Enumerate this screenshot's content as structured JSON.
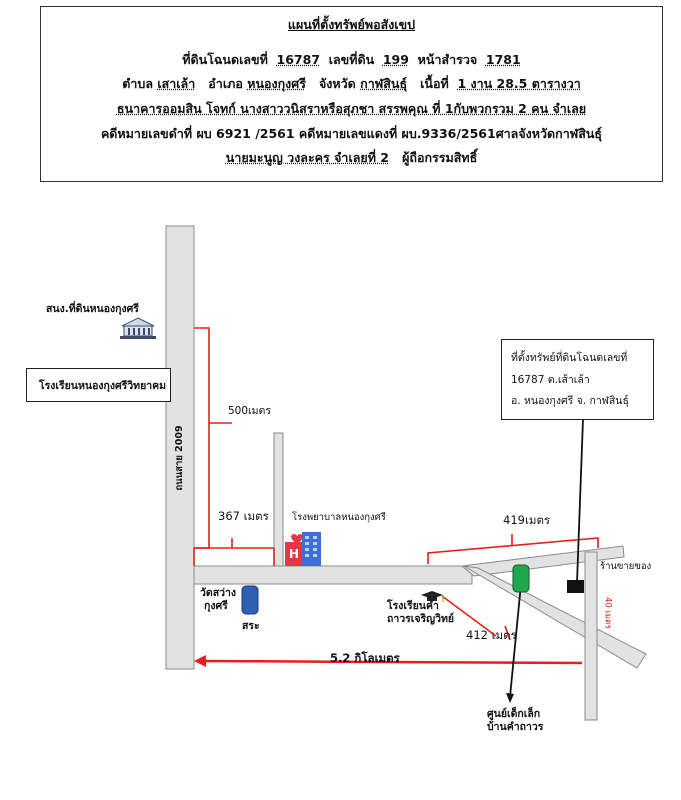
{
  "header": {
    "title": "แผนที่ตั้งทรัพย์พอสังเขป",
    "deed_prefix": "ที่ดินโฉนดเลขที่",
    "deed_no": "16787",
    "land_no_label": "เลขที่ดิน",
    "land_no": "199",
    "survey_label": "หน้าสำรวจ",
    "survey_no": "1781",
    "tambon_label": "ตำบล",
    "tambon": "เสาเล้า",
    "amphoe_label": "อำเภอ",
    "amphoe": "หนองกุงศรี",
    "province_label": "จังหวัด",
    "province": "กาฬสินธุ์",
    "area_label": "เนื้อที่",
    "area": "1 งาน 28.5 ตารางวา",
    "line3": "ธนาคารออมสิน  โจทก์ นางสาววนิสราหรือสุภชา  สรรพคุณ ที่ 1กับพวกรวม 2 คน จำเลย",
    "line4": "คดีหมายเลขดำที่ ผบ 6921 /2561   คดีหมายเลขแดงที่ ผบ.9336/2561ศาลจังหวัดกาฬสินธุ์",
    "owner": "นายมะนูญ  วงละคร จำเลยที่  2",
    "owner_role": "ผู้ถือกรรมสิทธิ์"
  },
  "map": {
    "labels": {
      "land_office": "สนง.ที่ดินหนองกุงศรี",
      "school_nongkungsri": "โรงเรียนหนองกุงศรีวิทยาคม",
      "road_2009": "ถนนสาย 2009",
      "dist_500": "500เมตร",
      "dist_367": "367 เมตร",
      "hospital": "โรงพยาบาลหนองกุงศรี",
      "wat_line1": "วัดสว่าง",
      "wat_line2": "กุงศรี",
      "pond": "สระ",
      "school_kham_line1": "โรงเรียนคำ",
      "school_kham_line2": "ถาวรเจริญวิทย์",
      "dist_419": "419เมตร",
      "dist_412": "412 เมตร",
      "dist_5_2": "5.2 กิโลเมตร",
      "shop": "ร้านขายของ",
      "road_40": "40 เมตร",
      "daycare_line1": "ศูนย์เด็กเล็ก",
      "daycare_line2": "บ้านคำถาวร",
      "property_line1": "ที่ตั้งทรัพย์ที่ดินโฉนดเลขที่",
      "property_line2": "16787  ต.เส้าเล้า",
      "property_line3": "อ. หนองกุงศรี  จ. กาฬสินธุ์"
    },
    "icons": [
      "office-building-icon",
      "graduation-cap-icon",
      "hospital-icon",
      "pond-marker",
      "property-marker",
      "shop-marker"
    ],
    "colors": {
      "road_fill": "#e2e2e2",
      "road_edge": "#8a8a8a",
      "dimension": "#e3201b",
      "hospital_red": "#e8354a",
      "hospital_blue": "#3f6fd0",
      "pond": "#2f5fb4",
      "property": "#1ea84a"
    }
  }
}
